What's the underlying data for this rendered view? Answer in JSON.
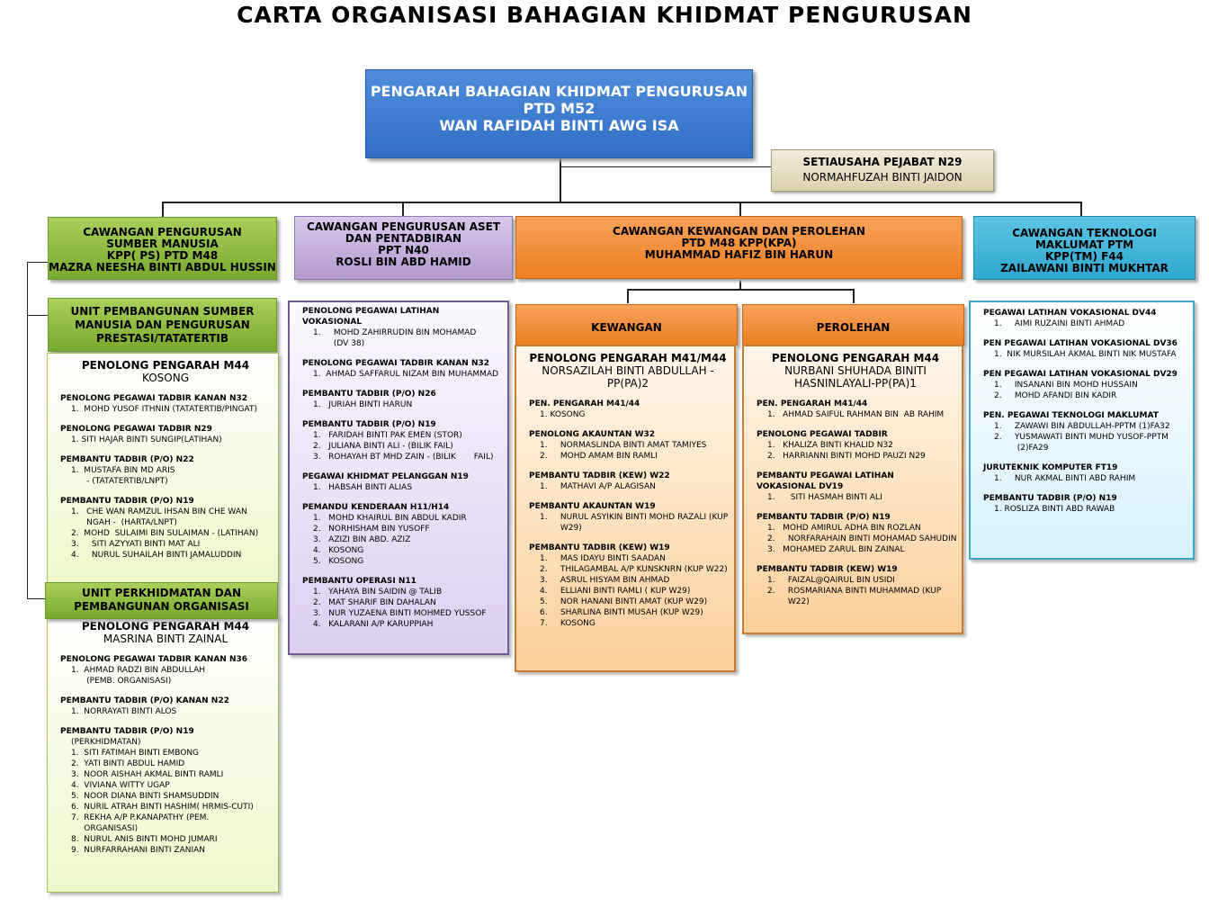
{
  "title": "CARTA ORGANISASI BAHAGIAN KHIDMAT PENGURUSAN",
  "director": {
    "lines": [
      "PENGARAH BAHAGIAN KHIDMAT PENGURUSAN",
      "PTD M52",
      "WAN RAFIDAH BINTI AWG ISA"
    ]
  },
  "secretary": {
    "lines": [
      "SETIAUSAHA PEJABAT N29",
      "NORMAHFUZAH BINTI JAIDON"
    ]
  },
  "branches": [
    {
      "lines": [
        "CAWANGAN PENGURUSAN",
        "SUMBER MANUSIA",
        "KPP( PS) PTD M48",
        "MAZRA NEESHA BINTI ABDUL HUSSIN"
      ]
    },
    {
      "lines": [
        "CAWANGAN PENGURUSAN ASET",
        "DAN PENTADBIRAN",
        "PPT N40",
        "ROSLI BIN ABD HAMID"
      ]
    },
    {
      "lines": [
        "CAWANGAN KEWANGAN DAN PEROLEHAN",
        "PTD M48  KPP(KPA)",
        "MUHAMMAD HAFIZ BIN HARUN"
      ]
    },
    {
      "lines": [
        "CAWANGAN TEKNOLOGI",
        "MAKLUMAT PTM",
        "KPP(TM) F44",
        "ZAILAWANI BINTI MUKHTAR"
      ]
    }
  ],
  "units": {
    "unit1": {
      "lines": [
        "UNIT PEMBANGUNAN SUMBER",
        "MANUSIA DAN PENGURUSAN",
        "PRESTASI/TATATERTIB"
      ]
    },
    "unit2": {
      "lines": [
        "UNIT PERKHIDMATAN DAN",
        "PEMBANGUNAN ORGANISASI"
      ]
    },
    "kewangan": "KEWANGAN",
    "perolehan": "PEROLEHAN"
  },
  "staff": {
    "upsm": {
      "head": [
        "PENOLONG PENGARAH M44",
        "KOSONG"
      ],
      "sections": [
        {
          "h": "PENOLONG PEGAWAI TADBIR KANAN N32",
          "items": [
            "1.  MOHD YUSOF ITHNIN (TATATERTIB/PINGAT)"
          ]
        },
        {
          "h": "PENOLONG PEGAWAI TADBIR N29",
          "items": [
            "1. SITI HAJAR BINTI SUNGIP(LATIHAN)"
          ]
        },
        {
          "h": "PEMBANTU TADBIR (P/O) N22",
          "items": [
            "1.  MUSTAFA BIN MD ARIS",
            "      - (TATATERTIB/LNPT)"
          ]
        },
        {
          "h": "PEMBANTU TADBIR (P/O) N19",
          "items": [
            "1.   CHE WAN RAMZUL IHSAN BIN CHE WAN",
            "      NGAH -  (HARTA/LNPT)",
            "2.  MOHD  SULAIMI BIN SULAIMAN - (LATIHAN)",
            "3.     SITI AZYYATI BINTI MAT ALI",
            "4.     NURUL SUHAILAH BINTI JAMALUDDIN"
          ]
        }
      ]
    },
    "uppo": {
      "head": [
        "PENOLONG PENGARAH M44",
        "MASRINA BINTI ZAINAL"
      ],
      "sections": [
        {
          "h": "PENOLONG PEGAWAI TADBIR  KANAN N36",
          "items": [
            "1.  AHMAD RADZI BIN ABDULLAH",
            "      (PEMB. ORGANISASI)"
          ]
        },
        {
          "h": "PEMBANTU TADBIR (P/O) KANAN N22",
          "items": [
            "1.  NORRAYATI BINTI ALOS"
          ]
        },
        {
          "h": "PEMBANTU TADBIR (P/O) N19",
          "items": [
            "(PERKHIDMATAN)",
            "1.  SITI FATIMAH BINTI EMBONG",
            "2.  YATI BINTI ABDUL HAMID",
            "3.  NOOR AISHAH AKMAL BINTI RAMLI",
            "4.  VIVIANA WITTY UGAP",
            "5.  NOOR DIANA BINTI SHAMSUDDIN",
            "6.  NURIL ATRAH BINTI HASHIM( HRMIS-CUTI)",
            "7.  REKHA A/P P.KANAPATHY (PEM.",
            "     ORGANISASI)",
            "8.  NURUL ANIS BINTI MOHD JUMARI",
            "9.  NURFARRAHANI BINTI ZANIAN"
          ]
        }
      ]
    },
    "aset": {
      "sections": [
        {
          "h": "PENOLONG PEGAWAI LATIHAN VOKASIONAL",
          "items": [
            "1.     MOHD ZAHIRRUDIN BIN MOHAMAD",
            "        (DV 38)"
          ]
        },
        {
          "h": "PENOLONG PEGAWAI TADBIR KANAN N32",
          "items": [
            "1.  AHMAD SAFFARUL NIZAM BIN MUHAMMAD"
          ]
        },
        {
          "h": "PEMBANTU TADBIR (P/O) N26",
          "items": [
            "1.   JURIAH BINTI HARUN"
          ]
        },
        {
          "h": "PEMBANTU TADBIR (P/O) N19",
          "items": [
            "1.   FARIDAH BINTI PAK EMEN (STOR)",
            "2.   JULIANA BINTI ALI - (BILIK FAIL)",
            "3.   ROHAYAH BT MHD ZAIN - (BILIK       FAIL)"
          ]
        },
        {
          "h": "PEGAWAI KHIDMAT PELANGGAN N19",
          "items": [
            "1.   HABSAH BINTI ALIAS"
          ]
        },
        {
          "h": "PEMANDU KENDERAAN H11/H14",
          "items": [
            "1.   MOHD KHAIRUL BIN ABDUL KADIR",
            "2.   NORHISHAM BIN YUSOFF",
            "3.   AZIZI BIN ABD. AZIZ",
            "4.   KOSONG",
            "5.   KOSONG"
          ]
        },
        {
          "h": "PEMBANTU OPERASI N11",
          "items": [
            "1.   YAHAYA BIN SAIDIN @ TALIB",
            "2.   MAT SHARIF BIN DAHALAN",
            "3.   NUR YUZAENA BINTI MOHMED YUSSOF",
            "4.   KALARANI A/P KARUPPIAH"
          ]
        }
      ]
    },
    "kew": {
      "head": [
        "PENOLONG PENGARAH  M41/M44",
        "NORSAZILAH BINTI ABDULLAH -",
        "PP(PA)2"
      ],
      "sections": [
        {
          "h": "PEN. PENGARAH M41/44",
          "items": [
            "1. KOSONG"
          ]
        },
        {
          "h": "PENOLONG AKAUNTAN W32",
          "items": [
            "1.     NORMASLINDA BINTI AMAT TAMIYES",
            "2.     MOHD AMAM BIN RAMLI"
          ]
        },
        {
          "h": "PEMBANTU TADBIR (KEW) W22",
          "items": [
            "1.     MATHAVI A/P ALAGISAN"
          ]
        },
        {
          "h": "PEMBANTU AKAUNTAN  W19",
          "items": [
            "1.     NURUL ASYIKIN BINTI MOHD RAZALI (KUP",
            "        W29)"
          ]
        },
        {
          "h": "PEMBANTU TADBIR (KEW) W19",
          "items": [
            "1.     MAS IDAYU BINTI SAADAN",
            "2.     THILAGAMBAL A/P KUNSKNRN (KUP W22)",
            "3.     ASRUL HISYAM BIN AHMAD",
            "4.     ELLIANI BINTI RAMLI ( KUP W29)",
            "5.     NOR HANANI BINTI AMAT (KUP W29)",
            "6.     SHARLINA BINTI MUSAH (KUP W29)",
            "7.     KOSONG"
          ]
        }
      ]
    },
    "per": {
      "head": [
        "PENOLONG PENGARAH M44",
        "NURBANI SHUHADA BINITI",
        "HASNINLAYALI-PP(PA)1"
      ],
      "sections": [
        {
          "h": "PEN. PENGARAH M41/44",
          "items": [
            "1.   AHMAD SAIFUL RAHMAN BIN  AB RAHIM"
          ]
        },
        {
          "h": "PENOLONG PEGAWAI TADBIR",
          "items": [
            "1.   KHALIZA BINTI KHALID N32",
            "2.   HARRIANNI BINTI MOHD PAUZI N29"
          ]
        },
        {
          "h": "PEMBANTU PEGAWAI LATIHAN VOKASIONAL DV19",
          "items": [
            "1.      SITI HASMAH BINTI ALI"
          ]
        },
        {
          "h": "PEMBANTU TADBIR (P/O) N19",
          "items": [
            "1.   MOHD AMIRUL ADHA BIN ROZLAN",
            "2.     NORFARAHAIN BINTI MOHAMAD SAHUDIN",
            "3.   MOHAMED ZARUL BIN ZAINAL"
          ]
        },
        {
          "h": "PEMBANTU TADBIR (KEW) W19",
          "items": [
            "1.     FAIZAL@QAIRUL BIN USIDI",
            "2.     ROSMARIANA BINTI MUHAMMAD (KUP",
            "        W22)"
          ]
        }
      ]
    },
    "tm": {
      "sections": [
        {
          "h": "PEGAWAI LATIHAN VOKASIONAL   DV44",
          "items": [
            "1.     AIMI RUZAINI BINTI AHMAD"
          ]
        },
        {
          "h": "PEN PEGAWAI LATIHAN VOKASIONAL DV36",
          "items": [
            "1.  NIK MURSILAH AKMAL BINTI NIK MUSTAFA"
          ]
        },
        {
          "h": "PEN PEGAWAI LATIHAN VOKASIONAL DV29",
          "items": [
            "1.     INSANANI BIN MOHD HUSSAIN",
            "2.     MOHD AFANDI BIN KADIR"
          ]
        },
        {
          "h": "PEN. PEGAWAI TEKNOLOGI MAKLUMAT",
          "items": [
            "1.     ZAWAWI BIN ABDULLAH-PPTM (1)FA32",
            "2.     YUSMAWATI BINTI MUHD YUSOF-PPTM",
            "         (2)FA29"
          ]
        },
        {
          "h": "JURUTEKNIK KOMPUTER FT19",
          "items": [
            "1.     NUR AKMAL BINTI ABD RAHIM"
          ]
        },
        {
          "h": "PEMBANTU TADBIR (P/O) N19",
          "items": [
            "1. ROSLIZA BINTI ABD RAWAB"
          ]
        }
      ]
    }
  }
}
